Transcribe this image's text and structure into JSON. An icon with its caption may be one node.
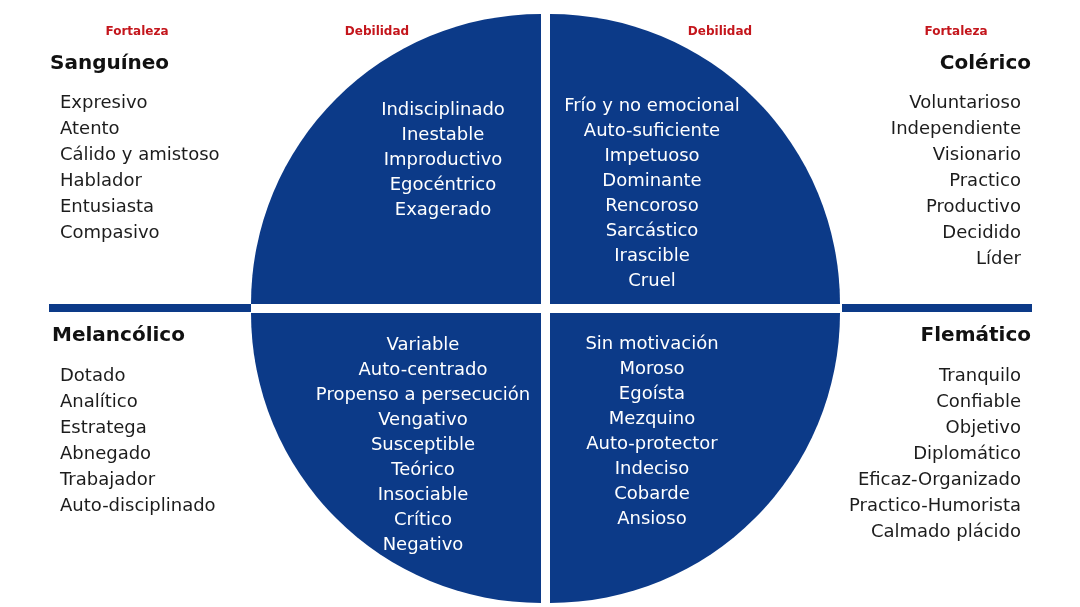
{
  "diagram": {
    "nodes": [
      {
        "text": [
          "Indisciplinado",
          "Inestable",
          "Improductivo",
          "Egocéntrico",
          "Exagerado"
        ],
        "beside": [
          "Sanguíneo",
          "Expresivo",
          "Atento",
          "Cálido y amistoso",
          "Hablador",
          "Entusiasta",
          "Compasivo"
        ]
      },
      {
        "text": [
          "Frío y no emocional",
          "Auto-suficiente",
          "Impetuoso",
          "Dominante",
          "Rencoroso",
          "Sarcástico",
          "Irascible",
          "Cruel"
        ],
        "beside": [
          "Colérico",
          "Voluntarioso",
          "Independiente",
          "Visionario",
          "Practico",
          "Productivo",
          "Decidido",
          "Líder"
        ]
      },
      {
        "text": [
          "Variable",
          "Auto-centrado",
          "Propenso a persecución",
          "Vengativo",
          "Susceptible",
          "Teórico",
          "Insociable",
          "Crítico",
          "Negativo"
        ],
        "beside": [
          "Melancólico",
          "Dotado",
          "Analítico",
          "Estratega",
          "Abnegado",
          "Trabajador",
          "Auto-disciplinado"
        ]
      },
      {
        "text": [
          "Sin motivación",
          "Moroso",
          "Egoísta",
          "Mezquino",
          "Auto-protector",
          "Indeciso",
          "Cobarde",
          "Ansioso"
        ],
        "beside": [
          "Flemático",
          "Tranquilo",
          "Confiable",
          "Objetivo",
          "Diplomático",
          "Eficaz-Organizado",
          "Practico-Humorista",
          "Calmado plácido"
        ]
      }
    ],
    "labels": [
      "Fortaleza",
      "Debilidad",
      "Debilidad",
      "Fortaleza"
    ]
  }
}
